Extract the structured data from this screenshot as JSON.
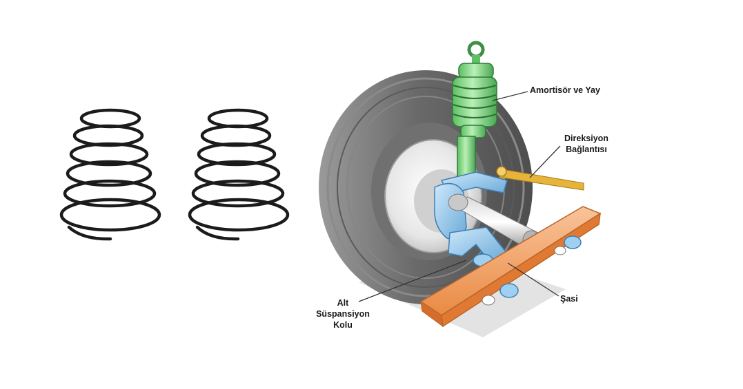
{
  "labels": {
    "shock_spring": "Amortisör ve Yay",
    "steering_line1": "Direksiyon",
    "steering_line2": "Bağlantısı",
    "lower_arm_line1": "Alt",
    "lower_arm_line2": "Süspansiyon",
    "lower_arm_line3": "Kolu",
    "chassis": "Şasi"
  },
  "colors": {
    "spring": "#1b1b1b",
    "tire": "#6d6d6d",
    "shock_absorber": "#7fd87f",
    "steering_link": "#e7b43a",
    "control_arm": "#8ec4ea",
    "chassis_frame": "#f2a25e",
    "leader_line": "#333333"
  },
  "icons": [
    "coil-spring-left-image",
    "coil-spring-right-image",
    "suspension-assembly-image"
  ]
}
